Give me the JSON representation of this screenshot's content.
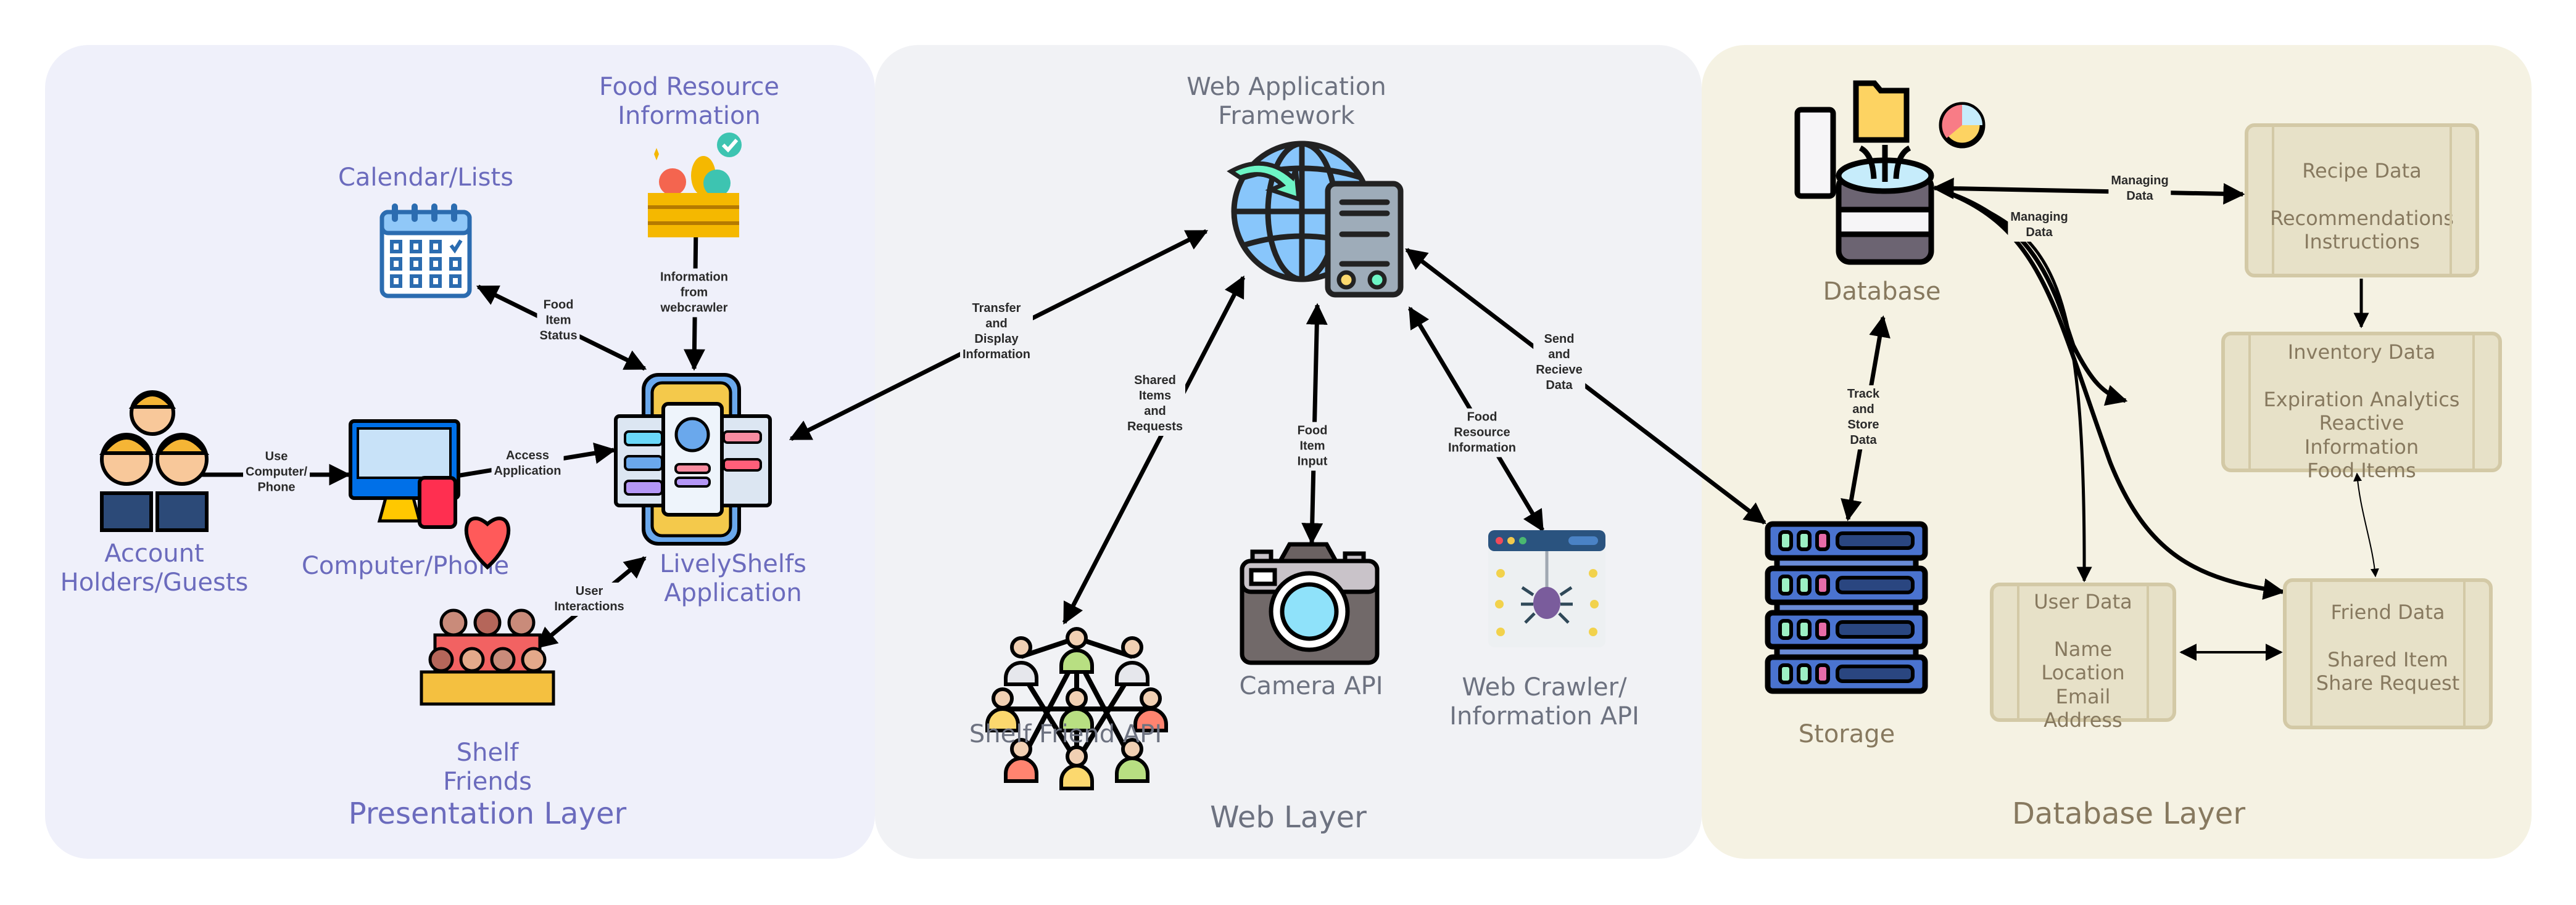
{
  "layers": {
    "presentation": {
      "title": "Presentation Layer"
    },
    "web": {
      "title": "Web Layer"
    },
    "database": {
      "title": "Database Layer"
    }
  },
  "nodes": {
    "food_resource_info": "Food Resource\nInformation",
    "calendar_lists": "Calendar/Lists",
    "account_holders": "Account\nHolders/Guests",
    "computer_phone": "Computer/Phone",
    "livelyshelfs_app": "LivelyShelfs\nApplication",
    "shelf_friends": "Shelf\nFriends",
    "web_app_framework": "Web Application\nFramework",
    "shelf_friend_api": "Shelf Friend API",
    "camera_api": "Camera API",
    "web_crawler_api": "Web Crawler/\nInformation API",
    "database": "Database",
    "storage": "Storage"
  },
  "data_boxes": {
    "recipe": "Recipe Data\n\nRecommendations\nInstructions",
    "inventory": "Inventory Data\n\nExpiration Analytics\nReactive\nInformation\nFood Items",
    "user": "User Data\n\nName\nLocation\nEmail\nAddress",
    "friend": "Friend Data\n\nShared Item\nShare Request"
  },
  "edges": {
    "information_from_webcrawler": "Information\nfrom\nwebcrawler",
    "food_item_status": "Food\nItem\nStatus",
    "use_computer_phone": "Use\nComputer/\nPhone",
    "access_application": "Access\nApplication",
    "user_interactions": "User\nInteractions",
    "transfer_display_info": "Transfer\nand\nDisplay\nInformation",
    "shared_items_requests": "Shared\nItems\nand\nRequests",
    "food_item_input": "Food\nItem\nInput",
    "food_resource_information": "Food\nResource\nInformation",
    "send_receive_data": "Send\nand\nRecieve\nData",
    "track_store_data": "Track\nand\nStore\nData",
    "managing_data_recipe": "Managing\nData",
    "managing_data_others": "Managing\nData"
  },
  "colors": {
    "presentation_bg": "#eff0fa",
    "web_bg": "#f1f2f5",
    "database_bg": "#f5f2e3",
    "presentation_text": "#6b6bbd",
    "web_text": "#6d7280",
    "database_text": "#87795f",
    "data_box_fill": "#e7e1c8",
    "data_box_border": "#d3c9a6"
  }
}
